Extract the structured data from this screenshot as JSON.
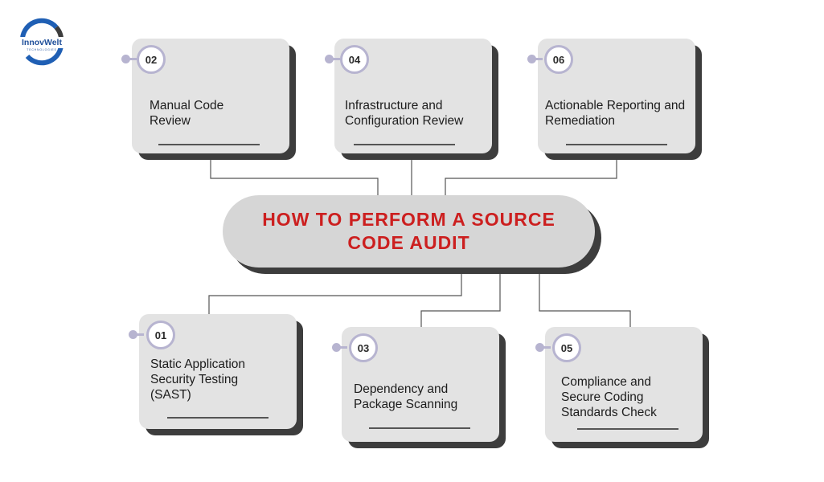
{
  "logo": {
    "brand": "InnovWelt",
    "tagline": "TECHNOLOGIES",
    "colors": {
      "arc_primary": "#1f5fb4",
      "arc_secondary": "#3d3d3d",
      "text": "#1f4f9a"
    }
  },
  "diagram": {
    "title": "HOW TO PERFORM A SOURCE CODE AUDIT",
    "title_color": "#cc1f1f",
    "center_fill": "#d6d6d6",
    "card_fill": "#e3e3e3",
    "shadow_color": "#3d3d3d",
    "badge_ring_color": "#b7b4d0",
    "steps": [
      {
        "number": "01",
        "label": "Static Application Security Testing (SAST)",
        "position": "bottom-left"
      },
      {
        "number": "02",
        "label": "Manual Code Review",
        "position": "top-left"
      },
      {
        "number": "03",
        "label": "Dependency and Package Scanning",
        "position": "bottom-center"
      },
      {
        "number": "04",
        "label": "Infrastructure and Configuration Review",
        "position": "top-center"
      },
      {
        "number": "05",
        "label": "Compliance and Secure Coding Standards Check",
        "position": "bottom-right"
      },
      {
        "number": "06",
        "label": "Actionable Reporting and Remediation",
        "position": "top-right"
      }
    ]
  }
}
